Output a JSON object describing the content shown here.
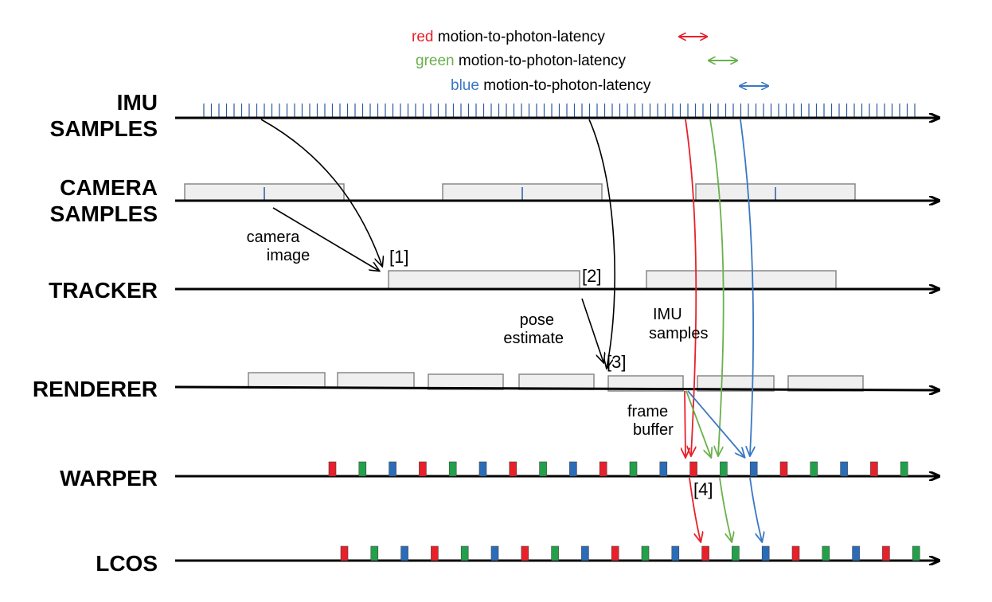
{
  "colors": {
    "red": "#e8202a",
    "green": "#6ab04c",
    "blue": "#3a78c2",
    "pulse_red": "#e8202a",
    "pulse_green": "#23a04a",
    "pulse_blue": "#2a6cb8",
    "axis": "#000000",
    "imu_tick": "#2a5aa0"
  },
  "legend": [
    {
      "color_word": "red",
      "text": " motion-to-photon-latency",
      "color": "red"
    },
    {
      "color_word": "green",
      "text": " motion-to-photon-latency",
      "color": "green"
    },
    {
      "color_word": "blue",
      "text": " motion-to-photon-latency",
      "color": "blue"
    }
  ],
  "lanes": {
    "imu": [
      "IMU",
      "SAMPLES"
    ],
    "camera": [
      "CAMERA",
      "SAMPLES"
    ],
    "tracker": "TRACKER",
    "renderer": "RENDERER",
    "warper": "WARPER",
    "lcos": "LCOS"
  },
  "annotations": {
    "camera_image": [
      "camera",
      "image"
    ],
    "pose_estimate": [
      "pose",
      "estimate"
    ],
    "imu_samples": [
      "IMU",
      "samples"
    ],
    "frame_buffer": [
      "frame",
      "buffer"
    ],
    "label_1": "[1]",
    "label_2": "[2]",
    "label_3": "[3]",
    "label_4": "[4]"
  },
  "pulse_sequence": [
    "red",
    "green",
    "blue"
  ]
}
